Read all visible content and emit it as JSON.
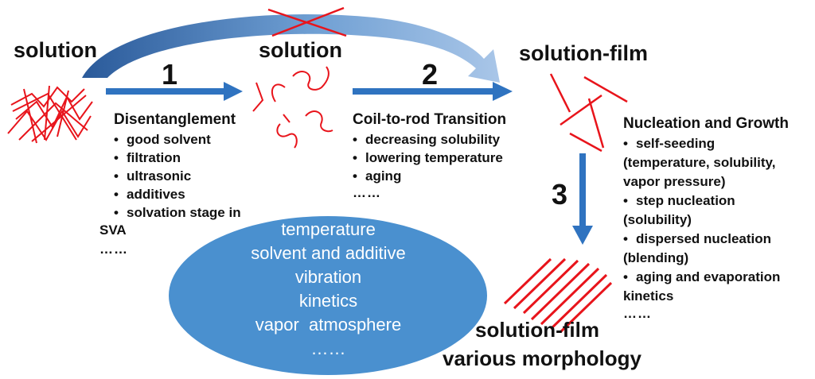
{
  "labels": {
    "solution_left": "solution",
    "solution_middle": "solution",
    "solution_film": "solution-film",
    "solution_film_bottom": "solution-film",
    "various_morphology": "various morphology"
  },
  "steps": [
    "1",
    "2",
    "3"
  ],
  "disentanglement": {
    "title": "Disentanglement",
    "items": [
      "good solvent",
      "filtration",
      "ultrasonic",
      "additives",
      "solvation stage in"
    ],
    "continuation": "SVA",
    "ellipsis": "……"
  },
  "coil_to_rod": {
    "title": "Coil-to-rod Transition",
    "items": [
      "decreasing solubility",
      "lowering temperature",
      "aging"
    ],
    "ellipsis": "……"
  },
  "nucleation": {
    "title": "Nucleation and Growth",
    "lines": [
      {
        "bullet": true,
        "text": "self-seeding"
      },
      {
        "bullet": false,
        "text": "(temperature, solubility,"
      },
      {
        "bullet": false,
        "text": "vapor pressure)"
      },
      {
        "bullet": true,
        "text": "step nucleation"
      },
      {
        "bullet": false,
        "text": "(solubility)"
      },
      {
        "bullet": true,
        "text": "dispersed nucleation"
      },
      {
        "bullet": false,
        "text": "(blending)"
      },
      {
        "bullet": true,
        "text": "aging and evaporation"
      },
      {
        "bullet": false,
        "text": "kinetics"
      }
    ],
    "ellipsis": "……"
  },
  "factors": [
    "temperature",
    "solvent and additive",
    "vibration",
    "kinetics",
    "vapor  atmosphere",
    "……"
  ],
  "colors": {
    "arrow_blue": "#2f73c0",
    "ellipse_blue": "#4a90cf",
    "chain_red": "#e8141b"
  }
}
